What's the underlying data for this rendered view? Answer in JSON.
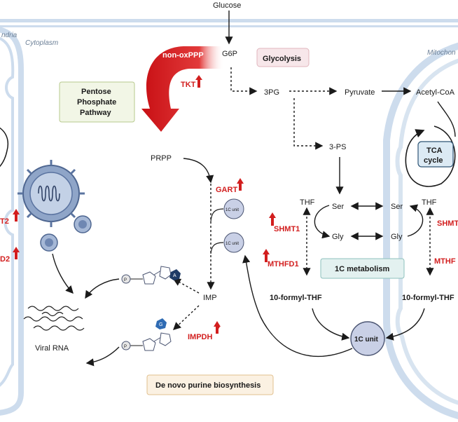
{
  "compartments": {
    "cytoplasm": "Cytoplasm",
    "mitochondria_left": "ndria",
    "mitochondria_right": "Mitochon"
  },
  "metabolites": {
    "glucose": "Glucose",
    "g6p": "G6P",
    "pg3": "3PG",
    "pyruvate": "Pyruvate",
    "acetyl_coa": "Acetyl-CoA",
    "ps3": "3-PS",
    "prpp": "PRPP",
    "imp": "IMP",
    "thf_left": "THF",
    "ser_left": "Ser",
    "gly_left": "Gly",
    "thf_right": "THF",
    "ser_right": "Ser",
    "gly_right": "Gly",
    "formyl_thf_left": "10-formyl-THF",
    "formyl_thf_right": "10-formyl-THF",
    "viral_rna": "Viral RNA"
  },
  "pathways": {
    "non_ox_ppp": "non-oxPPP",
    "glycolysis": "Glycolysis",
    "ppp_line1": "Pentose",
    "ppp_line2": "Phosphate",
    "ppp_line3": "Pathway",
    "tca_line1": "TCA",
    "tca_line2": "cycle",
    "one_c_metabolism": "1C metabolism",
    "purine": "De novo purine biosynthesis"
  },
  "enzymes": {
    "tkt": "TKT",
    "gart": "GART",
    "shmt1": "SHMT1",
    "shmt2": "SHMT",
    "mthfd1": "MTHFD1",
    "mthfd2": "MTHF",
    "impdh": "IMPDH",
    "left_t2": "T2",
    "left_d2": "D2"
  },
  "units": {
    "small_unit_1": "1C unit",
    "small_unit_2": "1C unit",
    "big_unit": "1C unit"
  },
  "nucleotides": {
    "a": "A",
    "g": "G",
    "p": "P"
  },
  "colors": {
    "membrane": "#cddced",
    "membrane_stroke": "#9fb6cf",
    "enzyme_up": "#d21e1e",
    "tca_fill": "#dceaf4",
    "onec_fill": "#e3f1f0",
    "ppp_fill": "#f2f6e6",
    "unit_fill": "#c9d0e6"
  }
}
